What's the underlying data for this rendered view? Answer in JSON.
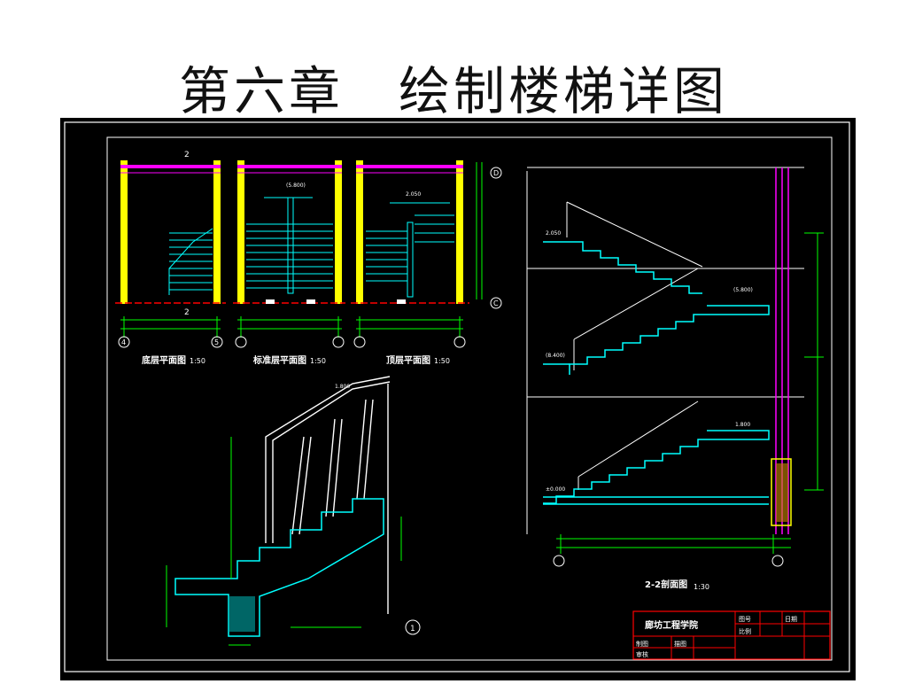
{
  "slide": {
    "title": "第六章　绘制楼梯详图"
  },
  "drawing": {
    "plans": {
      "ground": {
        "label": "底层平面图",
        "scale": "1:50"
      },
      "standard": {
        "label": "标准层平面图",
        "scale": "1:50"
      },
      "top": {
        "label": "顶层平面图",
        "scale": "1:50"
      }
    },
    "section": {
      "label": "2-2剖面图",
      "scale": "1:30"
    },
    "detail": {
      "mark": "1"
    },
    "axes": {
      "a": "4",
      "b": "5",
      "c": "D",
      "d": "C"
    },
    "elevations": {
      "e1": "2.050",
      "e2": "(5.800)",
      "e3": "(8.400)",
      "e4": "1.800",
      "e5": "±0.000"
    },
    "title_block": {
      "school": "廊坊工程学院",
      "c1": "图号",
      "c2": "日期",
      "c3": "审核",
      "c4": "比例",
      "c5": "制图",
      "c6": "描图"
    },
    "colors": {
      "background": "#000000",
      "wall": "#ffff00",
      "stair": "#00ffff",
      "dimension": "#00ff00",
      "pipe": "#ff00ff",
      "title_block": "#ff0000",
      "annotation": "#ffffff"
    }
  }
}
